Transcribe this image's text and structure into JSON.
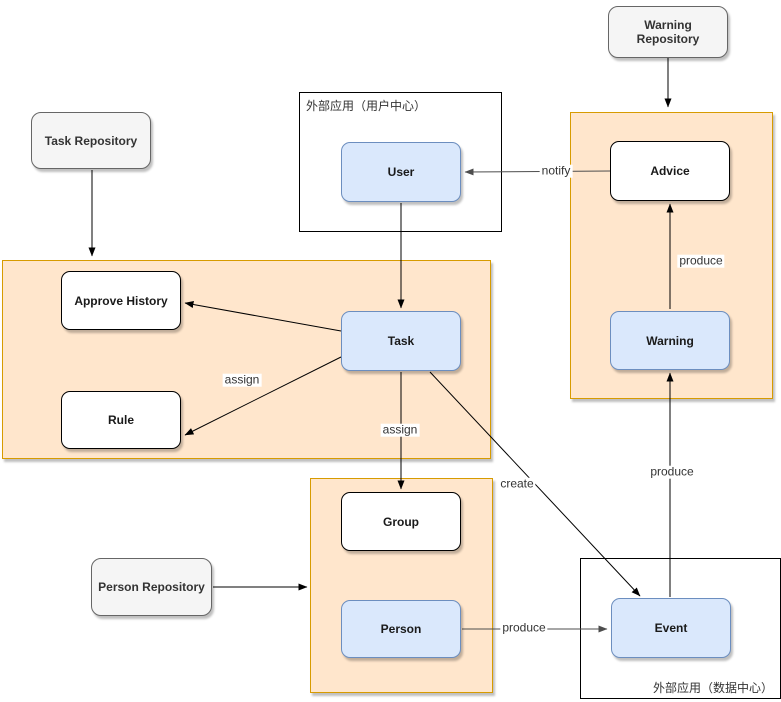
{
  "diagram": {
    "colors": {
      "region_fill": "#ffe6cc",
      "region_border": "#d79b00",
      "node_blue_fill": "#dae8fc",
      "node_blue_border": "#6c8ebf",
      "repo_fill": "#f5f5f5",
      "repo_border": "#666666",
      "node_white_fill": "#ffffff",
      "edge_color": "#000000",
      "edge_gray": "#4d4d4d"
    },
    "containers": {
      "user_center": {
        "label": "外部应用（用户中心）"
      },
      "data_center": {
        "label": "外部应用（数据中心）"
      }
    },
    "nodes": {
      "warning_repository": {
        "label": "Warning Repository"
      },
      "task_repository": {
        "label": "Task Repository"
      },
      "person_repository": {
        "label": "Person Repository"
      },
      "user": {
        "label": "User"
      },
      "advice": {
        "label": "Advice"
      },
      "warning": {
        "label": "Warning"
      },
      "approve_history": {
        "label": "Approve History"
      },
      "rule": {
        "label": "Rule"
      },
      "task": {
        "label": "Task"
      },
      "group": {
        "label": "Group"
      },
      "person": {
        "label": "Person"
      },
      "event": {
        "label": "Event"
      }
    },
    "edge_labels": {
      "notify": "notify",
      "produce_warning_to_advice": "produce",
      "assign_task_to_rule": "assign",
      "assign_task_to_group": "assign",
      "create_task_to_event": "create",
      "produce_event_to_warning": "produce",
      "produce_person_to_event": "produce"
    }
  }
}
